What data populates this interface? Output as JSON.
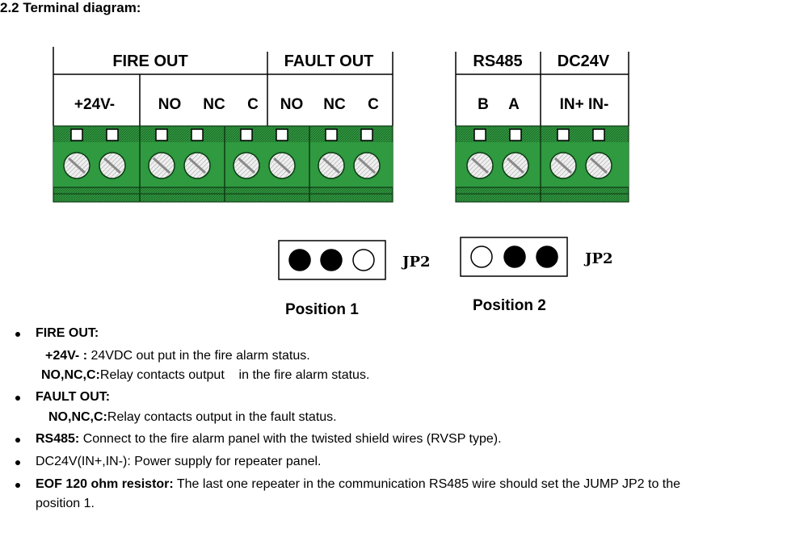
{
  "section_title": "2.2 Terminal diagram:",
  "left_block": {
    "groups": [
      "FIRE OUT",
      "FAULT OUT"
    ],
    "terminals": [
      "+24V-",
      "NO",
      "NC",
      "C",
      "NO",
      "NC",
      "C"
    ]
  },
  "right_block": {
    "groups": [
      "RS485",
      "DC24V"
    ],
    "terminals": [
      "B",
      "A",
      "IN+ IN-"
    ]
  },
  "jumpers": [
    {
      "label": "JP2",
      "position_label": "Position 1",
      "pins": [
        "filled",
        "filled",
        "empty"
      ]
    },
    {
      "label": "JP2",
      "position_label": "Position 2",
      "pins": [
        "empty",
        "filled",
        "filled"
      ]
    }
  ],
  "descriptions": [
    {
      "bold": "FIRE OUT:",
      "text": ""
    },
    {
      "bold": "+24V- :",
      "text": " 24VDC out put in the fire alarm status."
    },
    {
      "bold": "NO,NC,C:",
      "text": "Relay contacts output    in the fire alarm status."
    },
    {
      "bold": "FAULT OUT:",
      "text": ""
    },
    {
      "bold": "NO,NC,C:",
      "text": "Relay contacts output in the fault status."
    },
    {
      "bold": "RS485:",
      "text": " Connect to the fire alarm panel with the twisted shield wires (RVSP type)."
    },
    {
      "bold": "",
      "text": "DC24V(IN+,IN-): Power supply for repeater panel."
    },
    {
      "bold": "EOF 120 ohm resistor:",
      "text": " The last one repeater in the communication RS485 wire should set the JUMP JP2 to the"
    },
    {
      "bold": "",
      "text": "position 1."
    }
  ],
  "colors": {
    "terminal_green": "#2f9a3f",
    "terminal_dark": "#1f6b2a",
    "screw_face": "#e8e8e8"
  }
}
